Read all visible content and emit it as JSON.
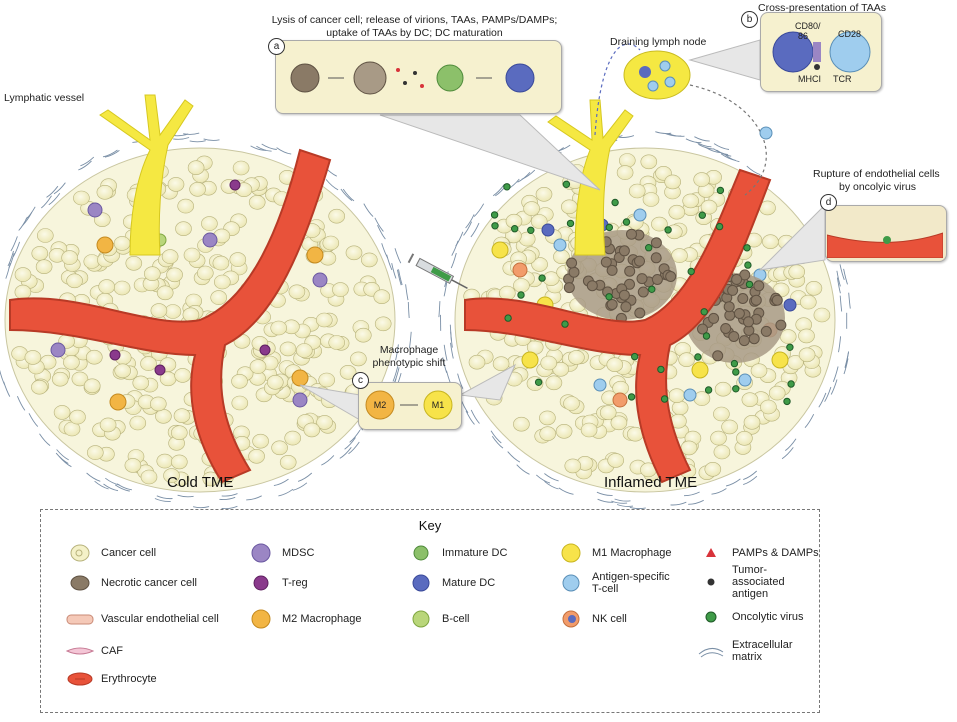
{
  "labels": {
    "lymphatic_vessel": "Lymphatic vessel",
    "cold_tme": "Cold TME",
    "inflamed_tme": "Inflamed TME",
    "draining_lymph_node": "Draining lymph node",
    "macrophage_shift_line1": "Macrophage",
    "macrophage_shift_line2": "phenotypic shift",
    "rupture_line1": "Rupture of endothelial cells",
    "rupture_line2": "by oncolyic virus",
    "lysis_line1": "Lysis of cancer cell; release of virions, TAAs, PAMPs/DAMPs;",
    "lysis_line2": "uptake of TAAs by DC; DC maturation",
    "cross_presentation": "Cross-presentation of TAAs",
    "cd80_line1": "CD80/",
    "cd80_line2": "86",
    "cd28": "CD28",
    "mhci": "MHCI",
    "tcr": "TCR",
    "m2": "M2",
    "m1": "M1"
  },
  "panel_letters": [
    "a",
    "b",
    "c",
    "d"
  ],
  "key": {
    "title": "Key",
    "items": [
      {
        "label": "Cancer cell",
        "icon": "cancer-cell-icon"
      },
      {
        "label": "Necrotic cancer cell",
        "icon": "necrotic-cell-icon"
      },
      {
        "label": "Vascular endothelial cell",
        "icon": "endothelial-cell-icon"
      },
      {
        "label": "CAF",
        "icon": "caf-icon"
      },
      {
        "label": "Erythrocyte",
        "icon": "erythrocyte-icon"
      },
      {
        "label": "MDSC",
        "icon": "mdsc-icon"
      },
      {
        "label": "T-reg",
        "icon": "treg-icon"
      },
      {
        "label": "M2 Macrophage",
        "icon": "m2-macrophage-icon"
      },
      {
        "label": "Immature DC",
        "icon": "immature-dc-icon"
      },
      {
        "label": "Mature DC",
        "icon": "mature-dc-icon"
      },
      {
        "label": "B-cell",
        "icon": "b-cell-icon"
      },
      {
        "label": "M1 Macrophage",
        "icon": "m1-macrophage-icon"
      },
      {
        "label": "Antigen-specific",
        "label2": "T-cell",
        "icon": "t-cell-icon"
      },
      {
        "label": "NK cell",
        "icon": "nk-cell-icon"
      },
      {
        "label": "PAMPs & DAMPs",
        "icon": "pamps-damps-icon"
      },
      {
        "label": "Tumor-associated antigen",
        "icon": "antigen-icon"
      },
      {
        "label": "Oncolytic virus",
        "icon": "oncolytic-virus-icon"
      },
      {
        "label": "Extracellular matrix",
        "icon": "ecm-icon"
      }
    ]
  },
  "colors": {
    "vessel": "#e8523a",
    "vessel_dark": "#b83a26",
    "lymph": "#f5e842",
    "cancer_cell": "#f4f1c8",
    "callout": "#f6f1cf",
    "mdsc": "#9b86c4",
    "treg": "#8a3a8c",
    "m2": "#f2b544",
    "m1": "#f7e34a",
    "b_cell": "#b9d67a",
    "t_cell": "#9fcdee",
    "nk": "#f29c6b",
    "virus": "#3f9b48",
    "mature_dc": "#5a6bbf",
    "necrotic": "#8a7a66",
    "ecm": "#7a8fa6",
    "pamps": "#d8333a"
  }
}
